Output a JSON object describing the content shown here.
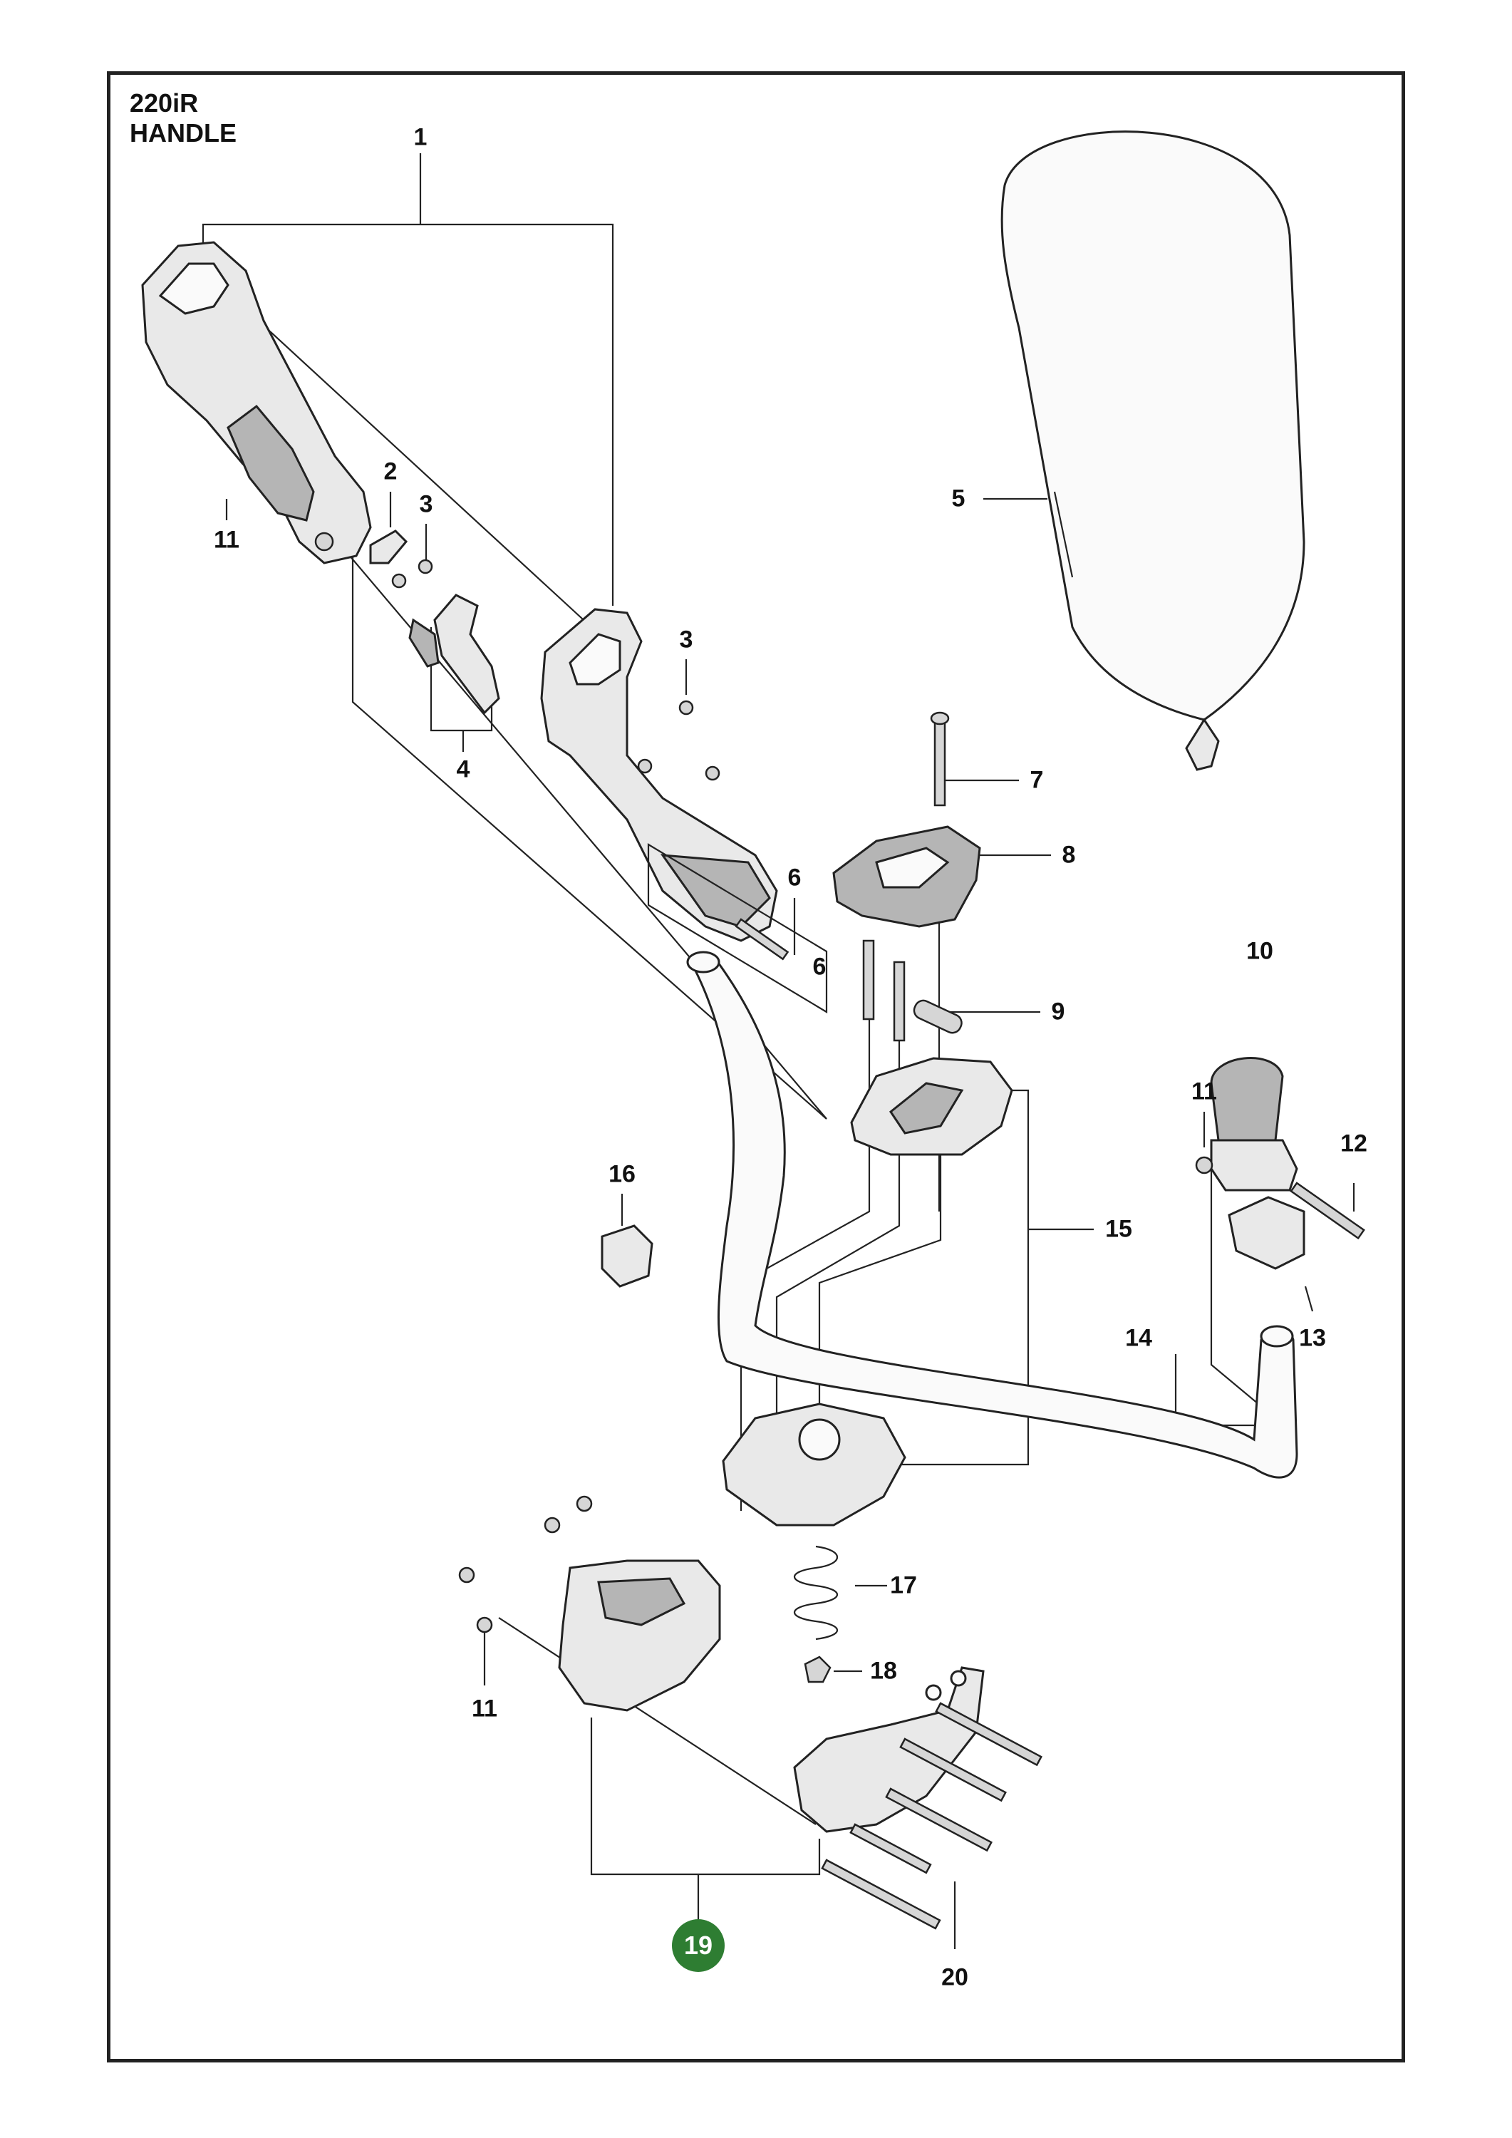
{
  "header": {
    "model": "220iR",
    "section": "HANDLE"
  },
  "callouts": [
    {
      "id": "c1",
      "label": "1"
    },
    {
      "id": "c2",
      "label": "2"
    },
    {
      "id": "c3a",
      "label": "3"
    },
    {
      "id": "c3b",
      "label": "3"
    },
    {
      "id": "c4",
      "label": "4"
    },
    {
      "id": "c5",
      "label": "5"
    },
    {
      "id": "c6a",
      "label": "6"
    },
    {
      "id": "c6b",
      "label": "6"
    },
    {
      "id": "c7",
      "label": "7"
    },
    {
      "id": "c8",
      "label": "8"
    },
    {
      "id": "c9",
      "label": "9"
    },
    {
      "id": "c10",
      "label": "10"
    },
    {
      "id": "c11a",
      "label": "11"
    },
    {
      "id": "c11b",
      "label": "11"
    },
    {
      "id": "c11c",
      "label": "11"
    },
    {
      "id": "c12",
      "label": "12"
    },
    {
      "id": "c13",
      "label": "13"
    },
    {
      "id": "c14",
      "label": "14"
    },
    {
      "id": "c15",
      "label": "15"
    },
    {
      "id": "c16",
      "label": "16"
    },
    {
      "id": "c17",
      "label": "17"
    },
    {
      "id": "c18",
      "label": "18"
    },
    {
      "id": "c19",
      "label": "19"
    },
    {
      "id": "c20",
      "label": "20"
    }
  ],
  "highlight_color": "#2e7d32"
}
